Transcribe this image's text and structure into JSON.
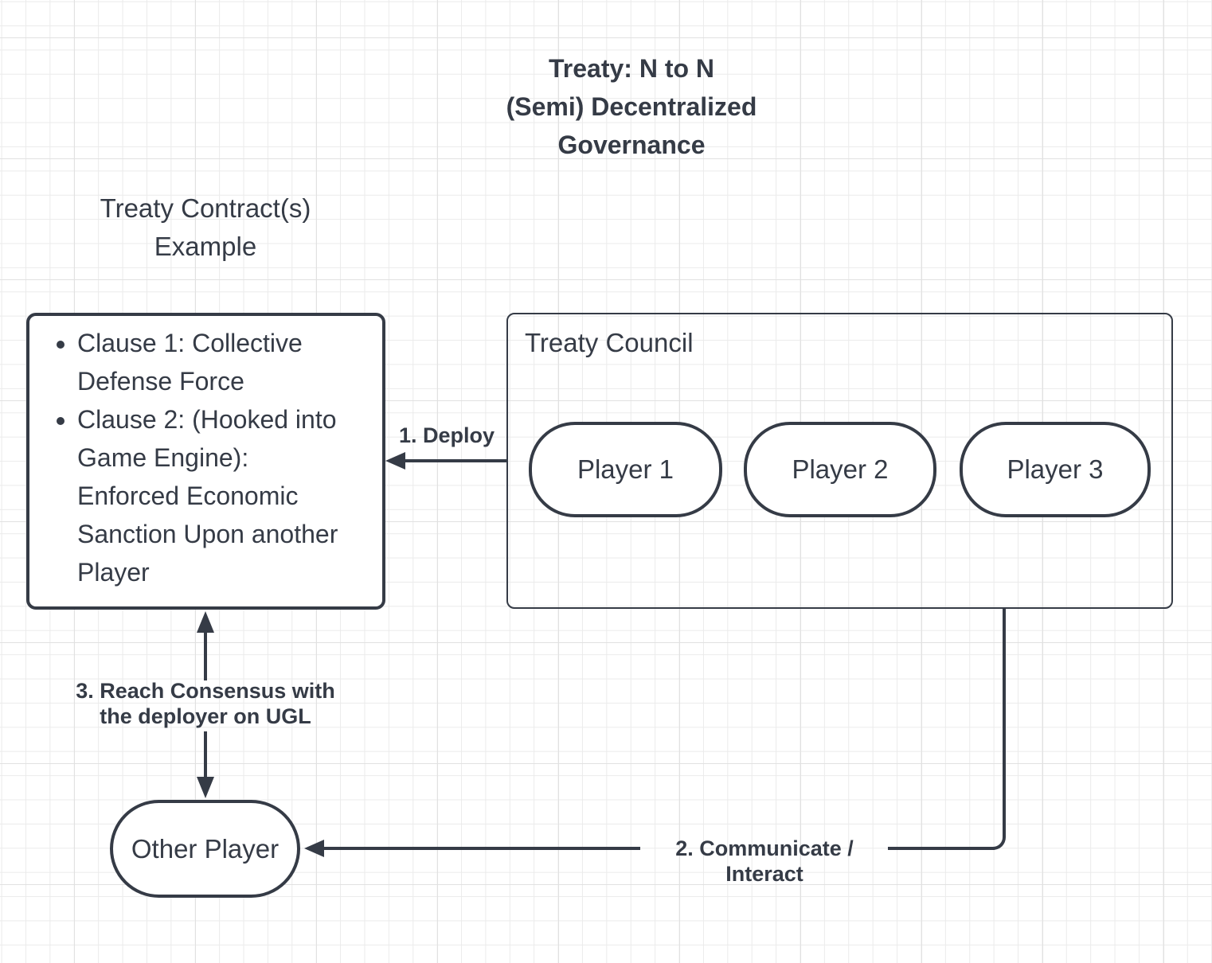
{
  "canvas": {
    "background_color": "#ffffff",
    "grid_minor_color": "#ebebeb",
    "grid_major_color": "#e1e1e1",
    "stroke_color": "#353b46"
  },
  "title": "Treaty: N to N\n(Semi) Decentralized\nGovernance",
  "contract_label": "Treaty Contract(s)\nExample",
  "clause_box": {
    "items": [
      "Clause 1: Collective Defense Force",
      "Clause 2: (Hooked into Game Engine): Enforced Economic Sanction Upon another Player"
    ]
  },
  "council": {
    "title": "Treaty Council",
    "players": [
      "Player 1",
      "Player 2",
      "Player 3"
    ]
  },
  "other_player": "Other Player",
  "edges": {
    "deploy": "1. Deploy",
    "communicate": "2. Communicate / Interact",
    "consensus": "3. Reach Consensus with\nthe deployer on UGL"
  }
}
